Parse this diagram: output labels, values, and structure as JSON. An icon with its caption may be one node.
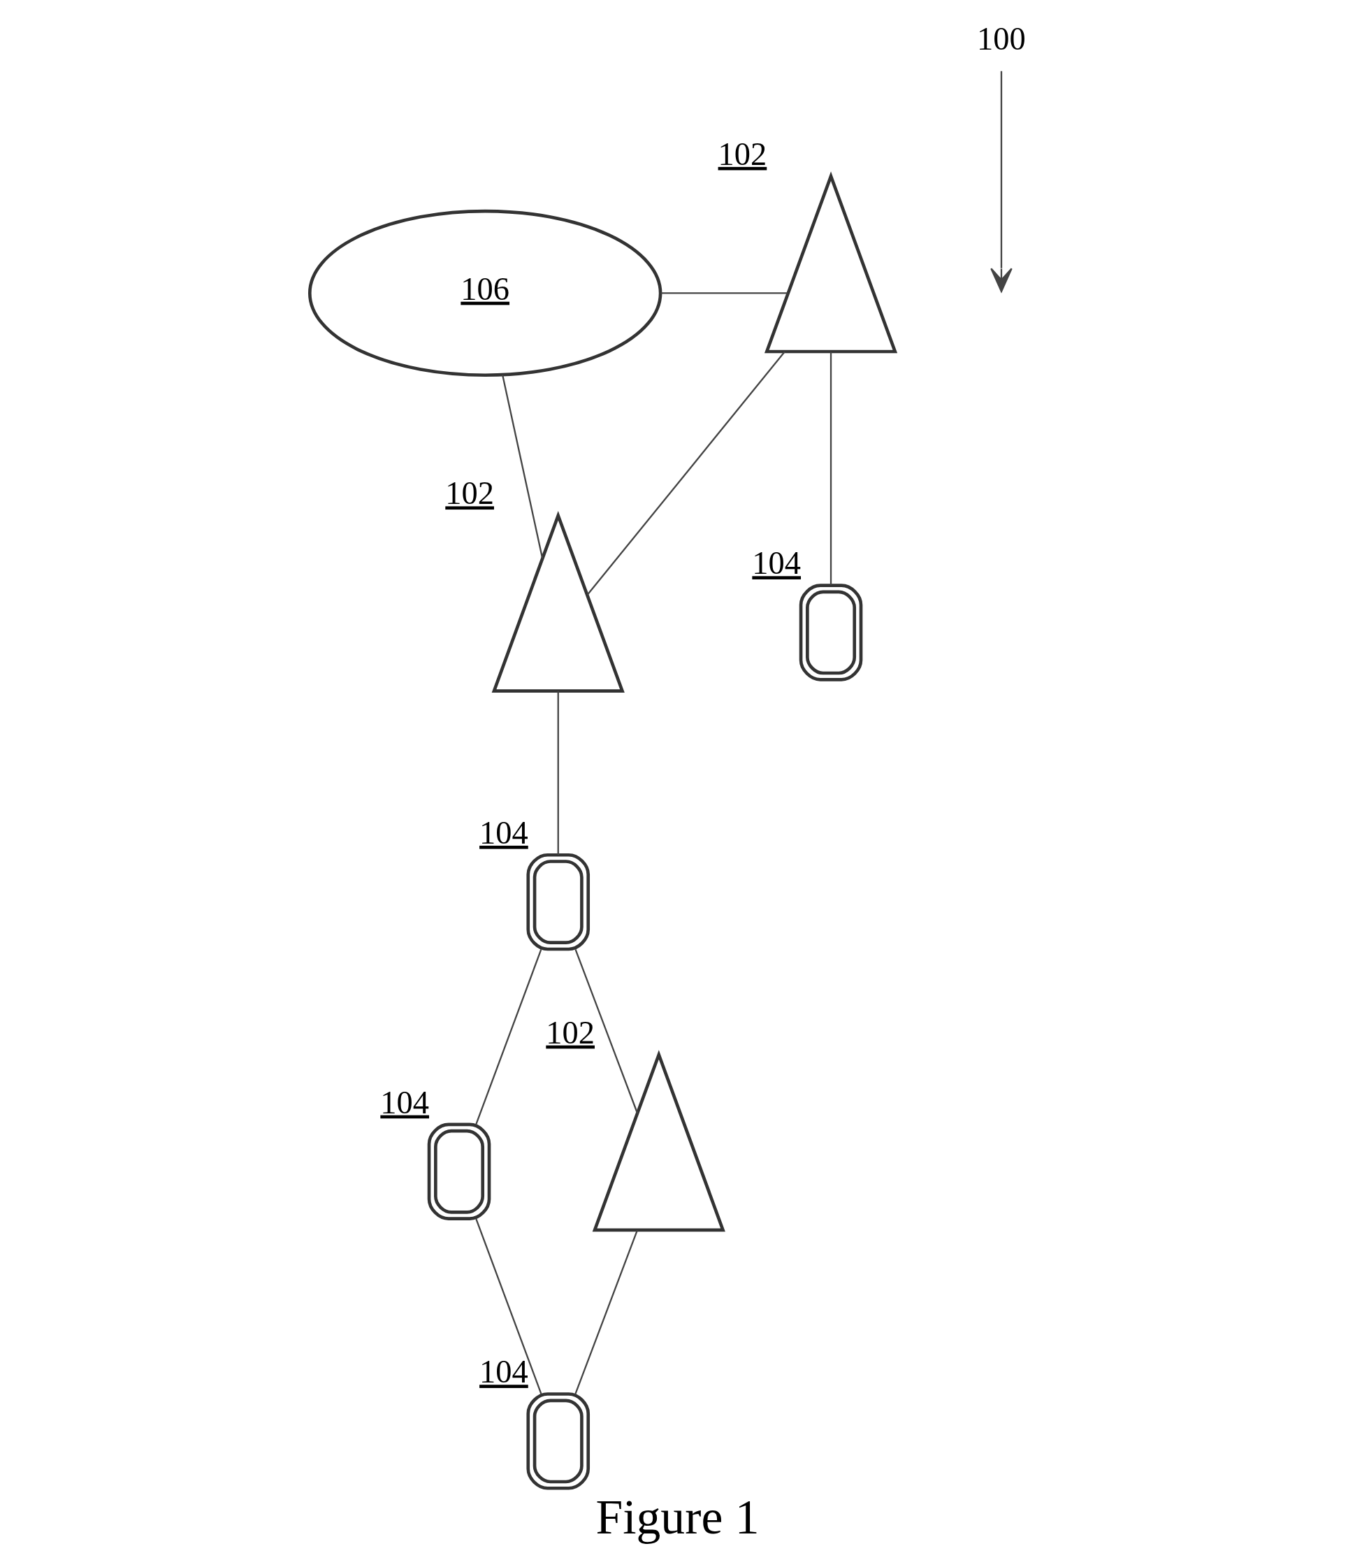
{
  "diagram": {
    "caption": "Figure 1",
    "nodes": [
      {
        "text": [
          "100"
        ]
      },
      {
        "text": [
          "106"
        ]
      },
      {
        "text": [],
        "shape": "picture",
        "beside": [
          "102"
        ]
      },
      {
        "text": [],
        "shape": "picture",
        "beside": [
          "102"
        ]
      },
      {
        "text": [],
        "shape": "picture",
        "beside": [
          "104"
        ]
      },
      {
        "text": [],
        "shape": "picture",
        "beside": [
          "104"
        ]
      },
      {
        "text": [],
        "shape": "picture",
        "beside": [
          "102"
        ]
      },
      {
        "text": [],
        "shape": "picture",
        "beside": [
          "104"
        ]
      },
      {
        "text": [],
        "shape": "picture",
        "beside": [
          "104"
        ]
      }
    ],
    "edges": [
      {
        "from": 0,
        "to": null,
        "arrow": "to"
      },
      {
        "from": 1,
        "to": 3,
        "arrow": "none"
      },
      {
        "from": 1,
        "to": 2,
        "arrow": "none"
      },
      {
        "from": 3,
        "to": 2,
        "arrow": "none"
      },
      {
        "from": 2,
        "to": 4,
        "arrow": "none"
      },
      {
        "from": 3,
        "to": 5,
        "arrow": "none"
      },
      {
        "from": 5,
        "to": 7,
        "arrow": "none"
      },
      {
        "from": 5,
        "to": 6,
        "arrow": "none"
      },
      {
        "from": 7,
        "to": 8,
        "arrow": "none"
      },
      {
        "from": 6,
        "to": 8,
        "arrow": "none"
      }
    ]
  }
}
